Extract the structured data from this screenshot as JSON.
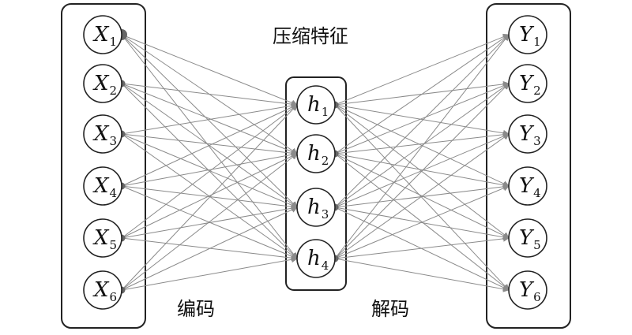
{
  "title": "压缩特征",
  "encoder_label": "编码",
  "decoder_label": "解码",
  "layers": {
    "input": [
      {
        "symbol": "X",
        "sub": "1"
      },
      {
        "symbol": "X",
        "sub": "2"
      },
      {
        "symbol": "X",
        "sub": "3"
      },
      {
        "symbol": "X",
        "sub": "4"
      },
      {
        "symbol": "X",
        "sub": "5"
      },
      {
        "symbol": "X",
        "sub": "6"
      }
    ],
    "hidden": [
      {
        "symbol": "h",
        "sub": "1"
      },
      {
        "symbol": "h",
        "sub": "2"
      },
      {
        "symbol": "h",
        "sub": "3"
      },
      {
        "symbol": "h",
        "sub": "4"
      }
    ],
    "output": [
      {
        "symbol": "Y",
        "sub": "1"
      },
      {
        "symbol": "Y",
        "sub": "2"
      },
      {
        "symbol": "Y",
        "sub": "3"
      },
      {
        "symbol": "Y",
        "sub": "4"
      },
      {
        "symbol": "Y",
        "sub": "5"
      },
      {
        "symbol": "Y",
        "sub": "6"
      }
    ]
  },
  "colors": {
    "edge": "#8a8a8a",
    "node_stroke": "#222222",
    "box_stroke": "#222222"
  }
}
